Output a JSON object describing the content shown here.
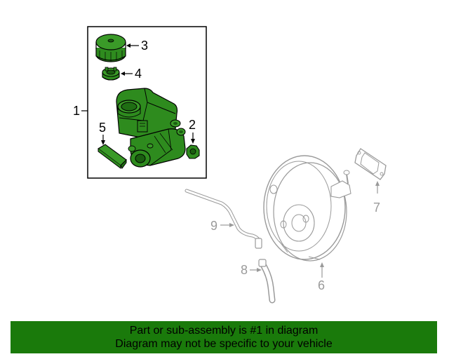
{
  "callouts": {
    "c1": "1",
    "c2": "2",
    "c3": "3",
    "c4": "4",
    "c5": "5",
    "c6": "6",
    "c7": "7",
    "c8": "8",
    "c9": "9"
  },
  "banner": {
    "line1": "Part or sub-assembly is #1 in diagram",
    "line2": "Diagram may not be specific to your vehicle"
  },
  "colors": {
    "highlight": "#1a7a0b",
    "part_fill": "#2e8b1e",
    "gray": "#9a9a9a",
    "outline": "#000000"
  }
}
